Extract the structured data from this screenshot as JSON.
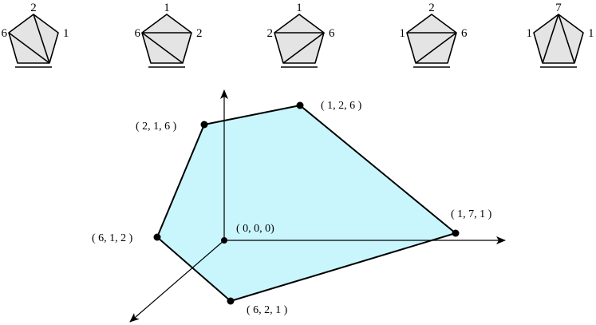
{
  "triangulations": [
    {
      "labels": {
        "top": "2",
        "left": "6",
        "right": "1"
      }
    },
    {
      "labels": {
        "top": "1",
        "left": "6",
        "right": "2"
      }
    },
    {
      "labels": {
        "top": "1",
        "left": "2",
        "right": "6"
      }
    },
    {
      "labels": {
        "top": "2",
        "left": "1",
        "right": "6"
      }
    },
    {
      "labels": {
        "top": "7",
        "left": "1",
        "right": "1"
      }
    }
  ],
  "polytope": {
    "vertices": [
      {
        "label": "( 1, 2, 6 )"
      },
      {
        "label": "( 2, 1, 6 )"
      },
      {
        "label": "( 1, 7, 1 )"
      },
      {
        "label": "( 6, 1, 2 )"
      },
      {
        "label": "( 6, 2, 1 )"
      }
    ],
    "origin_label": "( 0, 0, 0)"
  },
  "colors": {
    "polygon_fill": "#c8f6fc",
    "pentagon_fill": "#e4e4e4",
    "stroke": "#000000"
  }
}
